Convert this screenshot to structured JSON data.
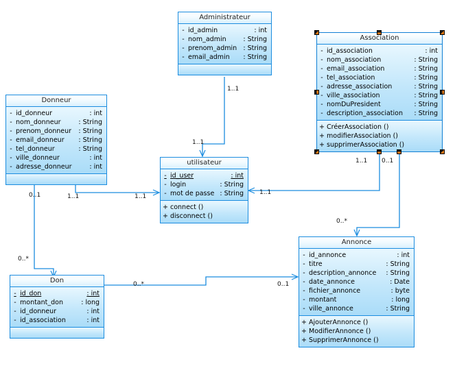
{
  "diagram": {
    "title": "UML Class Diagram",
    "background": "#ffffff",
    "line_color": "#1a8cdf",
    "box_border": "#1a8cdf",
    "box_fill": "#bde5fb",
    "header_text_color": "#222222"
  },
  "classes": {
    "administrateur": {
      "name": "Administrateur",
      "attributes": [
        {
          "vis": "-",
          "name": "id_admin",
          "type": ": int"
        },
        {
          "vis": "-",
          "name": "nom_admin",
          "type": ": String"
        },
        {
          "vis": "-",
          "name": "prenom_admin",
          "type": ": String"
        },
        {
          "vis": "-",
          "name": "email_admin",
          "type": ": String"
        }
      ],
      "operations": []
    },
    "association": {
      "name": "Association",
      "selected": true,
      "attributes": [
        {
          "vis": "-",
          "name": "id_association",
          "type": ": int"
        },
        {
          "vis": "-",
          "name": "nom_association",
          "type": ": String"
        },
        {
          "vis": "-",
          "name": "email_association",
          "type": ": String"
        },
        {
          "vis": "-",
          "name": "tel_association",
          "type": ": String"
        },
        {
          "vis": "-",
          "name": "adresse_association",
          "type": ": String"
        },
        {
          "vis": "-",
          "name": "ville_association",
          "type": ": String"
        },
        {
          "vis": "-",
          "name": "nomDuPresident",
          "type": ": String"
        },
        {
          "vis": "-",
          "name": "description_association",
          "type": ": String"
        }
      ],
      "operations": [
        {
          "vis": "+",
          "name": "CréerAssociation ()"
        },
        {
          "vis": "+",
          "name": "modifierAssociation ()"
        },
        {
          "vis": "+",
          "name": "supprimerAssociation ()"
        }
      ]
    },
    "donneur": {
      "name": "Donneur",
      "attributes": [
        {
          "vis": "-",
          "name": "id_donneur",
          "type": ": int"
        },
        {
          "vis": "-",
          "name": "nom_donneur",
          "type": ": String"
        },
        {
          "vis": "-",
          "name": "prenom_donneur",
          "type": ": String"
        },
        {
          "vis": "-",
          "name": "email_donneur",
          "type": ": String"
        },
        {
          "vis": "-",
          "name": "tel_donneur",
          "type": ": String"
        },
        {
          "vis": "-",
          "name": "ville_donneur",
          "type": ": int"
        },
        {
          "vis": "-",
          "name": "adresse_donneur",
          "type": ": int"
        }
      ],
      "operations": []
    },
    "utilisateur": {
      "name": "utilisateur",
      "attributes": [
        {
          "vis": "-",
          "name": "id_user",
          "type": ": int",
          "static": true
        },
        {
          "vis": "-",
          "name": "login",
          "type": ": String"
        },
        {
          "vis": "-",
          "name": "mot de passe",
          "type": ": String"
        }
      ],
      "operations": [
        {
          "vis": "+",
          "name": "connect ()"
        },
        {
          "vis": "+",
          "name": "disconnect ()"
        }
      ]
    },
    "annonce": {
      "name": "Annonce",
      "attributes": [
        {
          "vis": "-",
          "name": "id_annonce",
          "type": ": int"
        },
        {
          "vis": "-",
          "name": "titre",
          "type": ": String"
        },
        {
          "vis": "-",
          "name": "description_annonce",
          "type": ": String"
        },
        {
          "vis": "-",
          "name": "date_annonce",
          "type": ": Date"
        },
        {
          "vis": "-",
          "name": "fichier_annonce",
          "type": ": byte"
        },
        {
          "vis": "-",
          "name": "montant",
          "type": ": long"
        },
        {
          "vis": "-",
          "name": "ville_annonce",
          "type": ": String"
        }
      ],
      "operations": [
        {
          "vis": "+",
          "name": "AjouterAnnonce ()"
        },
        {
          "vis": "+",
          "name": "ModifierAnnonce ()"
        },
        {
          "vis": "+",
          "name": "SupprimerAnnonce ()"
        }
      ]
    },
    "don": {
      "name": "Don",
      "attributes": [
        {
          "vis": "-",
          "name": "id_don",
          "type": ": int",
          "static": true
        },
        {
          "vis": "-",
          "name": "montant_don",
          "type": ": long"
        },
        {
          "vis": "-",
          "name": "id_donneur",
          "type": ": int"
        },
        {
          "vis": "-",
          "name": "id_association",
          "type": ": int"
        }
      ],
      "operations": []
    }
  },
  "multiplicities": [
    {
      "id": "admin_util",
      "label": "1..1"
    },
    {
      "id": "util_admin_end",
      "label": "1..1"
    },
    {
      "id": "donneur_util",
      "label": "1..1"
    },
    {
      "id": "util_donneur_end",
      "label": "1..1"
    },
    {
      "id": "donneur_don",
      "label": "0..1"
    },
    {
      "id": "don_donneur_end",
      "label": "0..*"
    },
    {
      "id": "assoc_util",
      "label": "1..1"
    },
    {
      "id": "util_assoc_end",
      "label": "1..1"
    },
    {
      "id": "assoc_annonce",
      "label": "0..1"
    },
    {
      "id": "annonce_assoc_end",
      "label": "0..*"
    },
    {
      "id": "don_annonce",
      "label": "0..*"
    },
    {
      "id": "annonce_don_end",
      "label": "0..1"
    }
  ]
}
